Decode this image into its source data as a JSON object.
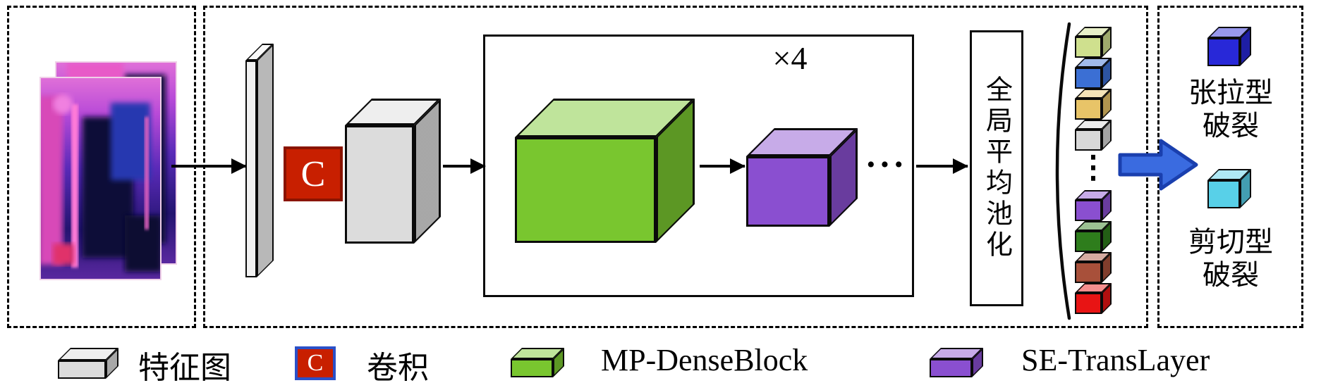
{
  "pipeline": {
    "conv_label": "C",
    "repeat_label": "×4",
    "gap_label": "全局平均池化",
    "h_dots": "···",
    "v_dots": "⋮"
  },
  "colors": {
    "panel": "#f2f2f2",
    "feature_map": "#dcdcdc",
    "conv": "#c81f00",
    "conv_border": "#8a1400",
    "legend_conv_border": "#2b50c8",
    "dense_block": "#79c62f",
    "trans_layer": "#8a4fd0",
    "arrow_blue": "#3a6be0",
    "arrow_blue_border": "#1a3fae",
    "tension_cube": "#2828d8",
    "shear_cube": "#58d0e8"
  },
  "feature_vector": {
    "top": [
      "#cfe08e",
      "#3b6fd4",
      "#e8c468",
      "#d8d8d8"
    ],
    "bottom": [
      "#8a4fd0",
      "#2e7d1c",
      "#a8503a",
      "#e81414"
    ]
  },
  "outputs": {
    "class1": {
      "line1": "张拉型",
      "line2": "破裂"
    },
    "class2": {
      "line1": "剪切型",
      "line2": "破裂"
    }
  },
  "legend": {
    "feature_map": "特征图",
    "conv_symbol": "C",
    "conv": "卷积",
    "dense_block": "MP-DenseBlock",
    "trans_layer": "SE-TransLayer"
  }
}
